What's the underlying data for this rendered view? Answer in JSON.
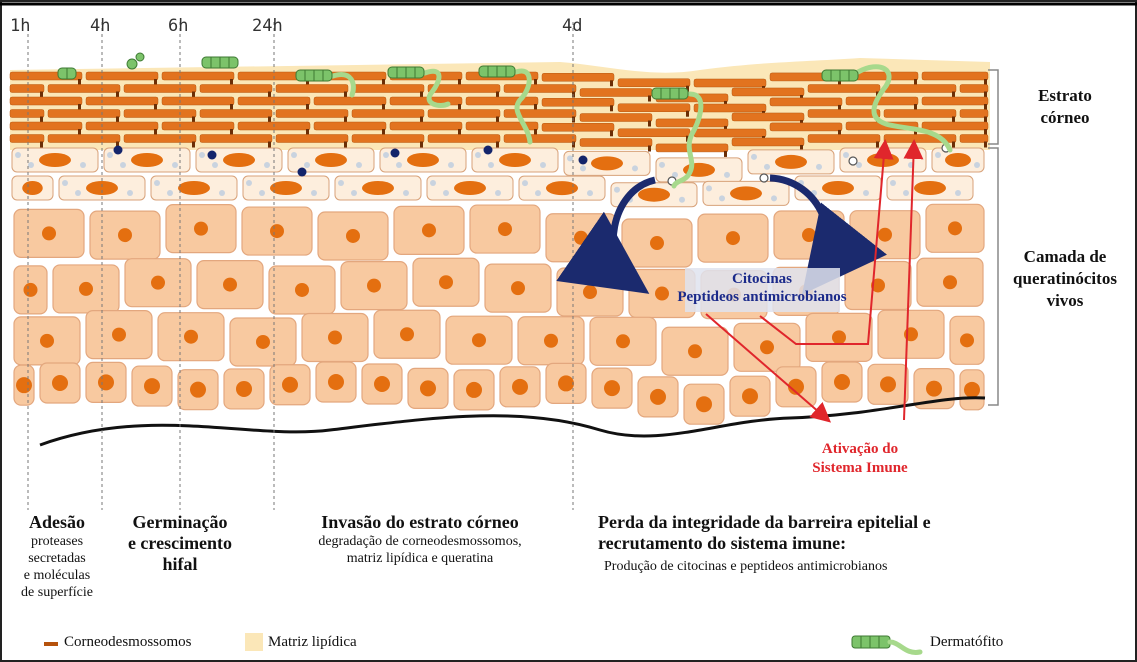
{
  "time_labels": [
    "1h",
    "4h",
    "6h",
    "24h",
    "4d"
  ],
  "layers": {
    "corneum": [
      "Estrato",
      "córneo"
    ],
    "living": [
      "Camada de",
      "queratinócitos",
      "vivos"
    ]
  },
  "immune": {
    "line1": "Citocinas",
    "line2": "Peptideos antimicrobianos",
    "activation": [
      "Ativação do",
      "Sistema Imune"
    ]
  },
  "stages": [
    {
      "title": "Adesão",
      "sub": [
        "proteases",
        "secretadas",
        "e moléculas",
        "de superfície"
      ]
    },
    {
      "title": [
        "Germinação",
        "e crescimento",
        "hifal"
      ]
    },
    {
      "title": "Invasão do estrato córneo",
      "sub": [
        "degradação de corneodesmossomos,",
        "matriz lipídica e queratina"
      ]
    },
    {
      "title": [
        "Perda da integridade da barreira epitelial e",
        "recrutamento do sistema imune:"
      ],
      "sub": "Produção de citocinas e peptideos antimicrobianos"
    }
  ],
  "legend": {
    "corneodesmosomes": "Corneodesmossomos",
    "lipid": "Matriz lipídica",
    "dermatophyte": "Dermatófito"
  },
  "colors": {
    "corneocyte": "#e2731f",
    "corneodesmosome": "#6b2e06",
    "lipid_matrix": "#fbe7b8",
    "keratinocyte": "#f8c9a0",
    "nucleus": "#e46f10",
    "hypha": "#a7d98c",
    "conidia": "#7cc36a",
    "immune_arrow": "#1b2a6e",
    "activation": "#e0262c"
  }
}
